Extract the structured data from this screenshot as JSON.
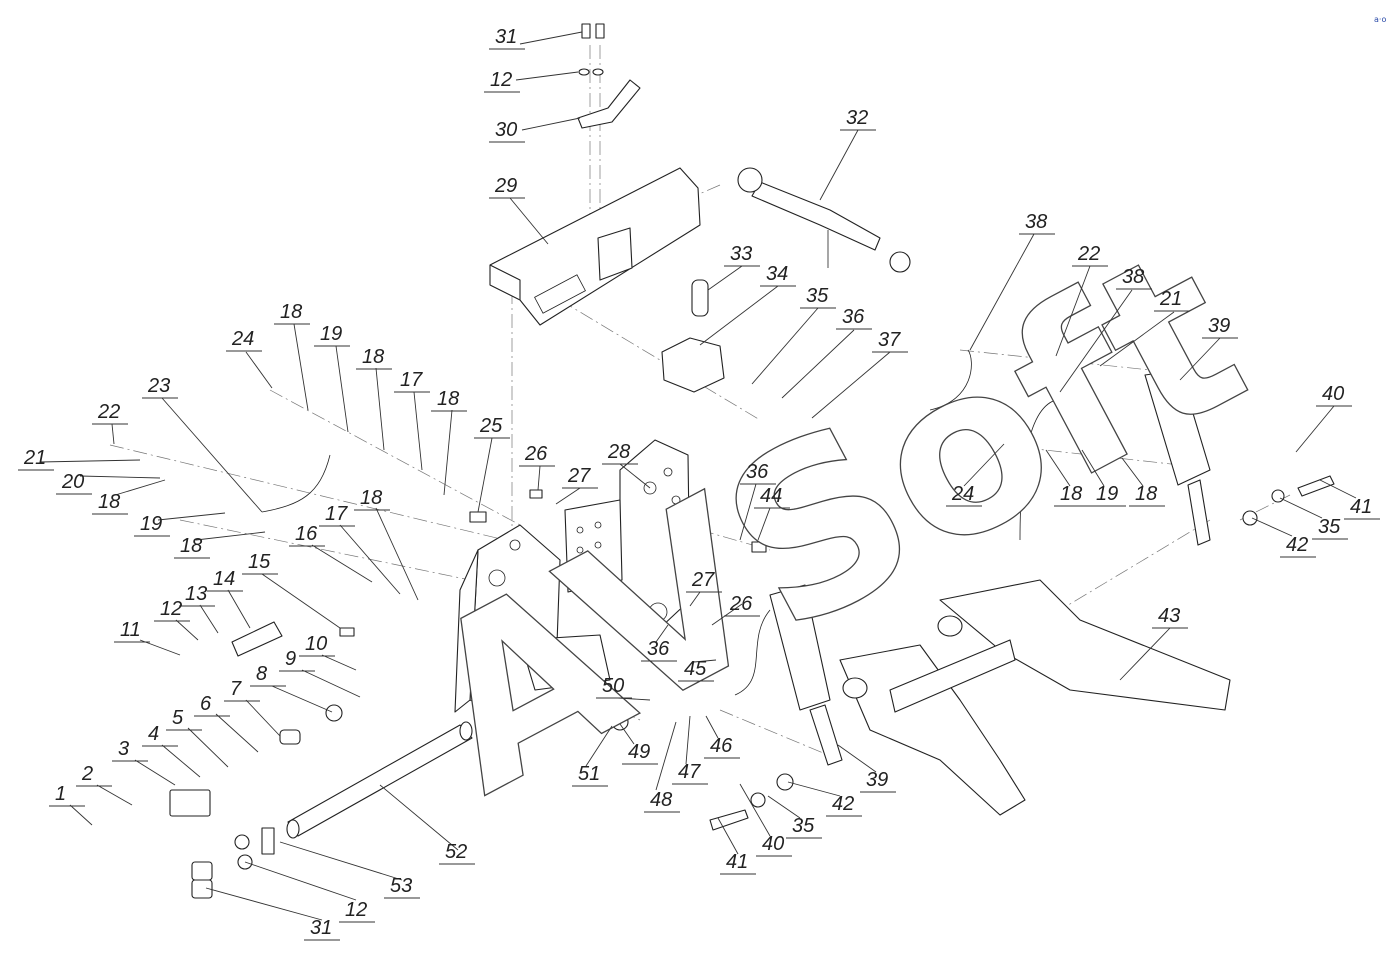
{
  "diagram": {
    "watermark_text": "AVSoft",
    "corner_logo": "a·o",
    "callouts": [
      {
        "id": "c1",
        "label": "1"
      },
      {
        "id": "c2",
        "label": "2"
      },
      {
        "id": "c3",
        "label": "3"
      },
      {
        "id": "c4",
        "label": "4"
      },
      {
        "id": "c5",
        "label": "5"
      },
      {
        "id": "c6",
        "label": "6"
      },
      {
        "id": "c7",
        "label": "7"
      },
      {
        "id": "c8",
        "label": "8"
      },
      {
        "id": "c9",
        "label": "9"
      },
      {
        "id": "c10",
        "label": "10"
      },
      {
        "id": "c11",
        "label": "11"
      },
      {
        "id": "c12a",
        "label": "12"
      },
      {
        "id": "c12b",
        "label": "12"
      },
      {
        "id": "c12c",
        "label": "12"
      },
      {
        "id": "c13",
        "label": "13"
      },
      {
        "id": "c14",
        "label": "14"
      },
      {
        "id": "c15",
        "label": "15"
      },
      {
        "id": "c16",
        "label": "16"
      },
      {
        "id": "c17a",
        "label": "17"
      },
      {
        "id": "c17b",
        "label": "17"
      },
      {
        "id": "c18a",
        "label": "18"
      },
      {
        "id": "c18b",
        "label": "18"
      },
      {
        "id": "c18c",
        "label": "18"
      },
      {
        "id": "c18d",
        "label": "18"
      },
      {
        "id": "c18e",
        "label": "18"
      },
      {
        "id": "c18f",
        "label": "18"
      },
      {
        "id": "c18g",
        "label": "18"
      },
      {
        "id": "c18h",
        "label": "18"
      },
      {
        "id": "c19a",
        "label": "19"
      },
      {
        "id": "c19b",
        "label": "19"
      },
      {
        "id": "c19c",
        "label": "19"
      },
      {
        "id": "c20",
        "label": "20"
      },
      {
        "id": "c21a",
        "label": "21"
      },
      {
        "id": "c21b",
        "label": "21"
      },
      {
        "id": "c22a",
        "label": "22"
      },
      {
        "id": "c22b",
        "label": "22"
      },
      {
        "id": "c23",
        "label": "23"
      },
      {
        "id": "c24a",
        "label": "24"
      },
      {
        "id": "c24b",
        "label": "24"
      },
      {
        "id": "c25",
        "label": "25"
      },
      {
        "id": "c26a",
        "label": "26"
      },
      {
        "id": "c26b",
        "label": "26"
      },
      {
        "id": "c27a",
        "label": "27"
      },
      {
        "id": "c27b",
        "label": "27"
      },
      {
        "id": "c28",
        "label": "28"
      },
      {
        "id": "c29",
        "label": "29"
      },
      {
        "id": "c30",
        "label": "30"
      },
      {
        "id": "c31a",
        "label": "31"
      },
      {
        "id": "c31b",
        "label": "31"
      },
      {
        "id": "c32",
        "label": "32"
      },
      {
        "id": "c33",
        "label": "33"
      },
      {
        "id": "c34",
        "label": "34"
      },
      {
        "id": "c35a",
        "label": "35"
      },
      {
        "id": "c35b",
        "label": "35"
      },
      {
        "id": "c35c",
        "label": "35"
      },
      {
        "id": "c36a",
        "label": "36"
      },
      {
        "id": "c36b",
        "label": "36"
      },
      {
        "id": "c36c",
        "label": "36"
      },
      {
        "id": "c37",
        "label": "37"
      },
      {
        "id": "c38a",
        "label": "38"
      },
      {
        "id": "c38b",
        "label": "38"
      },
      {
        "id": "c39a",
        "label": "39"
      },
      {
        "id": "c39b",
        "label": "39"
      },
      {
        "id": "c40a",
        "label": "40"
      },
      {
        "id": "c40b",
        "label": "40"
      },
      {
        "id": "c41a",
        "label": "41"
      },
      {
        "id": "c41b",
        "label": "41"
      },
      {
        "id": "c42a",
        "label": "42"
      },
      {
        "id": "c42b",
        "label": "42"
      },
      {
        "id": "c43",
        "label": "43"
      },
      {
        "id": "c44",
        "label": "44"
      },
      {
        "id": "c45",
        "label": "45"
      },
      {
        "id": "c46",
        "label": "46"
      },
      {
        "id": "c47",
        "label": "47"
      },
      {
        "id": "c48",
        "label": "48"
      },
      {
        "id": "c49",
        "label": "49"
      },
      {
        "id": "c50",
        "label": "50"
      },
      {
        "id": "c51",
        "label": "51"
      },
      {
        "id": "c52",
        "label": "52"
      },
      {
        "id": "c53",
        "label": "53"
      }
    ]
  }
}
